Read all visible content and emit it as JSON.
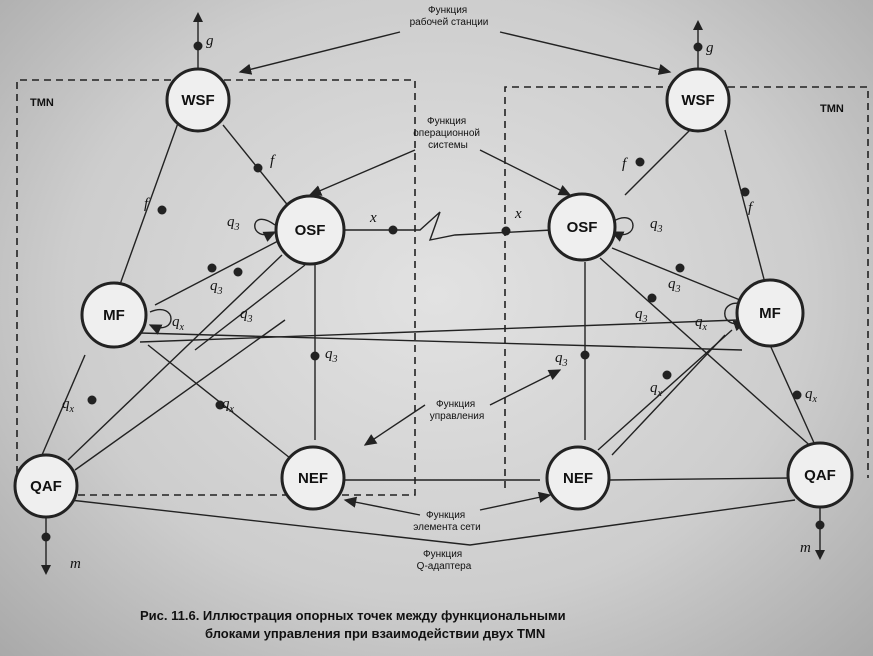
{
  "tmn_label": "TMN",
  "blocks": {
    "wsf": "WSF",
    "osf": "OSF",
    "mf": "MF",
    "qaf": "QAF",
    "nef": "NEF"
  },
  "reference_points": {
    "g": "g",
    "f": "f",
    "q": "q",
    "sub_3": "3",
    "sub_x": "x",
    "x": "x",
    "m": "m"
  },
  "functions": {
    "workstation": [
      "Функция",
      "рабочей станции"
    ],
    "operations_system": [
      "Функция",
      "операционной",
      "системы"
    ],
    "mediation": [
      "Функция",
      "управления"
    ],
    "network_element": [
      "Функция",
      "элемента сети"
    ],
    "q_adapter": [
      "Функция",
      "Q-адаптера"
    ]
  },
  "caption": [
    "Рис. 11.6. Иллюстрация опорных точек между функциональными",
    "блоками управления при взаимодействии двух TMN"
  ]
}
